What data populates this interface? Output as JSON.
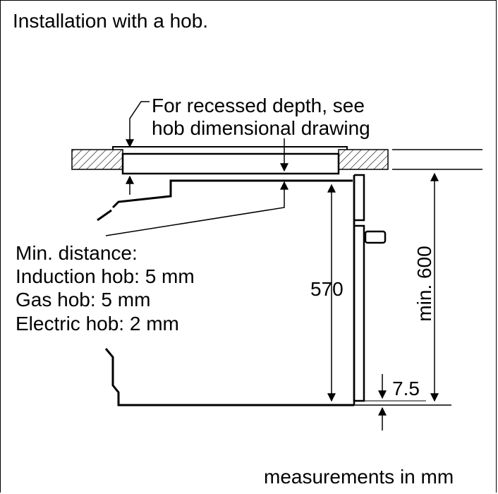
{
  "title": "Installation with a hob.",
  "recess_note": {
    "line1": "For recessed depth, see",
    "line2": "hob dimensional drawing"
  },
  "min_distance": {
    "heading": "Min. distance:",
    "induction": "Induction hob: 5 mm",
    "gas": "Gas hob: 5 mm",
    "electric": "Electric hob: 2 mm"
  },
  "dimensions": {
    "oven_height": "570",
    "gap": "7.5",
    "niche_height": "min. 600"
  },
  "footer": "measurements in mm"
}
